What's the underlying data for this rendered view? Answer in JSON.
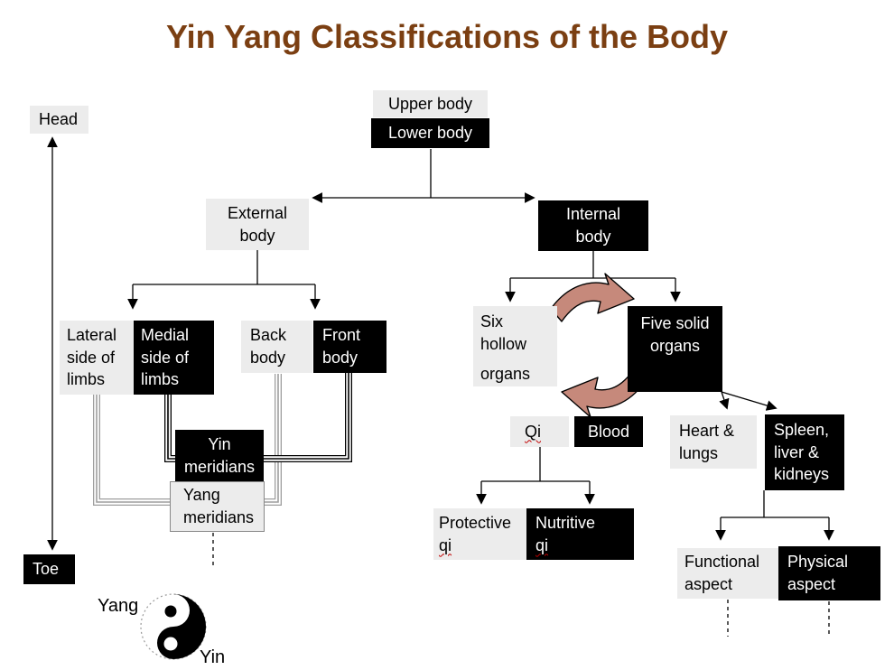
{
  "title": "Yin Yang Classifications of the Body",
  "colors": {
    "title_text": "#7B3F12",
    "yang_box_fill": "#ECECEC",
    "yin_box_fill": "#000000",
    "cycle_arrow_fill": "#C6897B",
    "misspell_underline": "#C00000"
  },
  "body_axis": {
    "top_label": "Head",
    "bottom_label": "Toe"
  },
  "nodes": {
    "upper_body": {
      "label": "Upper body"
    },
    "lower_body": {
      "label": "Lower body"
    },
    "external_body": {
      "label": "External\nbody"
    },
    "internal_body": {
      "label": "Internal\nbody"
    },
    "lateral_limbs": {
      "label": "Lateral\nside of\nlimbs"
    },
    "medial_limbs": {
      "label": "Medial\nside of\nlimbs"
    },
    "back_body": {
      "label": "Back\nbody"
    },
    "front_body": {
      "label": "Front\nbody"
    },
    "yin_meridians": {
      "label": "Yin\nmeridians"
    },
    "yang_meridians": {
      "label": "Yang\nmeridians"
    },
    "six_hollow_organs": {
      "line1": "Six\nhollow",
      "line2": "organs"
    },
    "five_solid_organs": {
      "label": "Five solid\norgans"
    },
    "qi": {
      "label": "Qi"
    },
    "blood": {
      "label": "Blood"
    },
    "protective_qi": {
      "line1": "Protective",
      "line2": "qi"
    },
    "nutritive_qi": {
      "line1": "Nutritive",
      "line2": "qi"
    },
    "heart_lungs": {
      "label": "Heart &\nlungs"
    },
    "spleen_liver_kidneys": {
      "label": "Spleen,\nliver &\nkidneys"
    },
    "functional_aspect": {
      "label": "Functional\naspect"
    },
    "physical_aspect": {
      "label": "Physical\naspect"
    }
  },
  "legend": {
    "yang": "Yang",
    "yin": "Yin"
  }
}
